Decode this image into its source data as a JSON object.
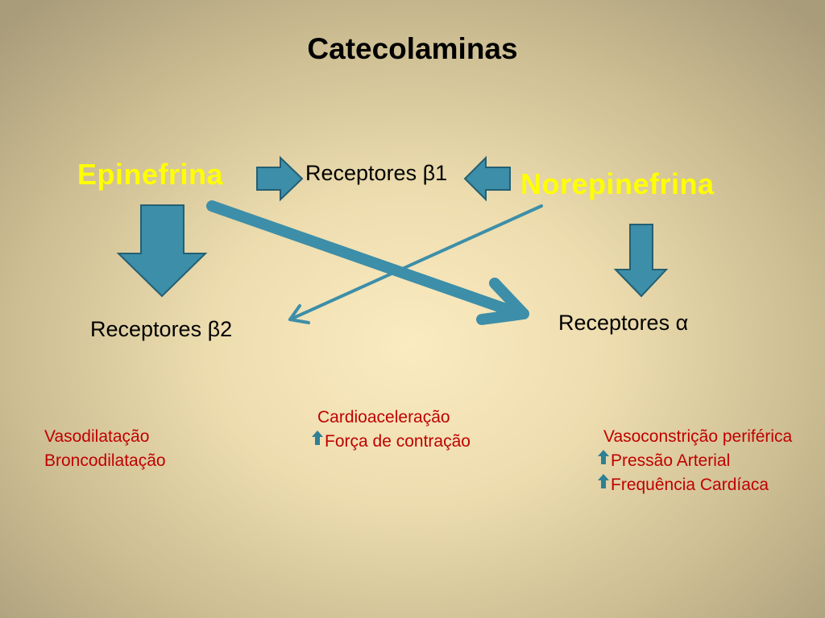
{
  "title": "Catecolaminas",
  "drugs": {
    "epinefrina": "Epinefrina",
    "norepinefrina": "Norepinefrina"
  },
  "receptors": {
    "beta1": "Receptores β1",
    "beta2": "Receptores β2",
    "alpha": "Receptores α"
  },
  "effects": {
    "beta2": [
      "Vasodilatação",
      "Broncodilatação"
    ],
    "beta1": [
      "Cardioaceleração",
      "Força de contração"
    ],
    "alpha": [
      "Vasoconstrição periférica",
      "Pressão Arterial",
      "Frequência Cardíaca"
    ]
  },
  "colors": {
    "arrow": "#3d8ea8",
    "arrow_stroke": "#245f73",
    "drug_text": "#ffff00",
    "effect_text": "#c00000"
  }
}
